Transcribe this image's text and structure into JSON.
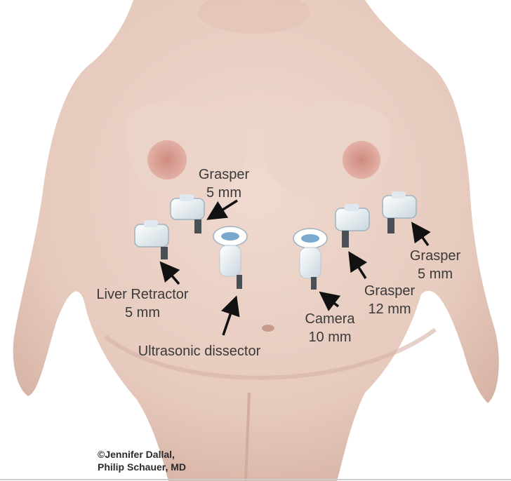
{
  "labels": {
    "grasper_5mm_top": {
      "line1": "Grasper",
      "line2": "5 mm"
    },
    "liver_retractor": {
      "line1": "Liver Retractor",
      "line2": "5 mm"
    },
    "ultrasonic": {
      "line1": "Ultrasonic dissector"
    },
    "camera": {
      "line1": "Camera",
      "line2": "10 mm"
    },
    "grasper_12mm": {
      "line1": "Grasper",
      "line2": "12 mm"
    },
    "grasper_5mm_right": {
      "line1": "Grasper",
      "line2": "5 mm"
    }
  },
  "credit": {
    "line1": "©Jennifer Dallal,",
    "line2": "Philip Schauer, MD"
  },
  "colors": {
    "skin": "#e9cfc3",
    "skin_shadow": "#d8b5a6",
    "areola": "#d79a90",
    "port_white": "#f4f7f9",
    "port_blue": "#7aa9cf",
    "text": "#3a3a3a"
  }
}
